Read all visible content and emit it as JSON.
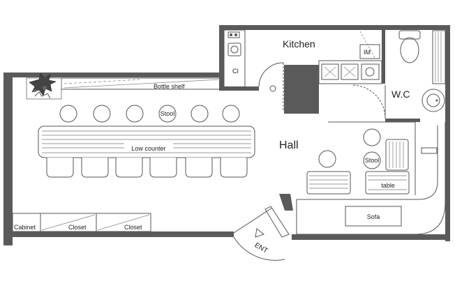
{
  "plan": {
    "rooms": {
      "kitchen": "Kitchen",
      "hall": "Hall",
      "wc": "W.C"
    },
    "labels": {
      "bottle_shelf": "Bottle shelf",
      "stool": "Stool",
      "low_counter": "Low counter",
      "table": "table",
      "sofa": "Sofa",
      "cabinet": "Cabinet",
      "closet_1": "Closet",
      "closet_2": "Closet",
      "entrance": "ENT",
      "ci": "CI",
      "im": "IM"
    },
    "colors": {
      "wall": "#5a5a5a",
      "lines": "#555555",
      "background": "#ffffff"
    }
  }
}
